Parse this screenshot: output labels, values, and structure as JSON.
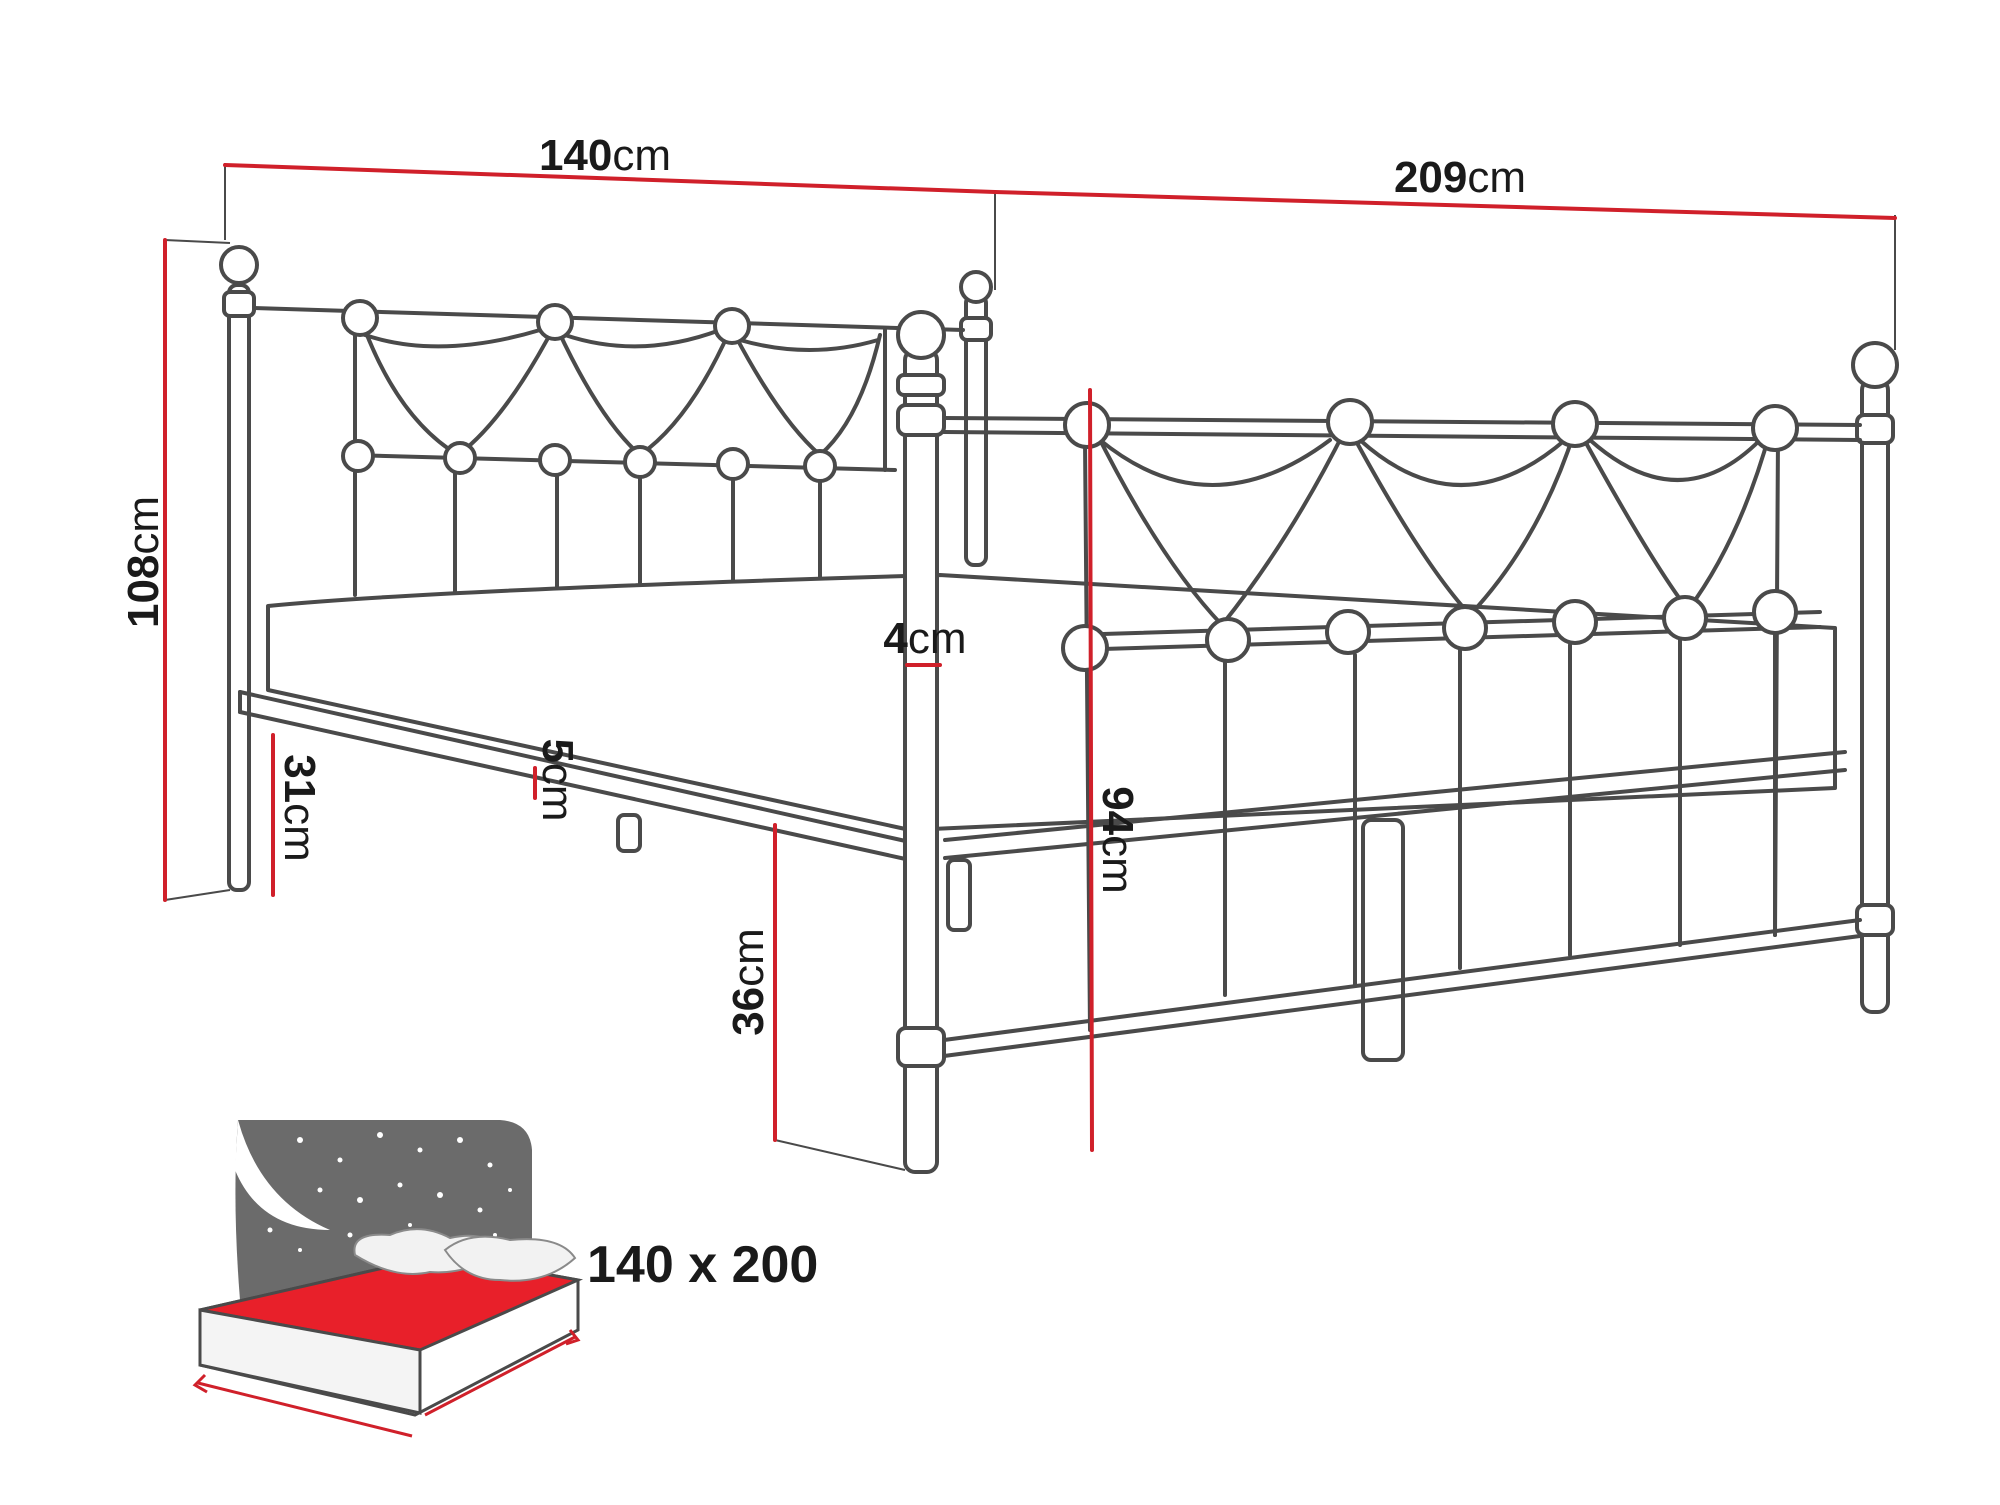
{
  "dimensions": {
    "width": {
      "value": "140",
      "unit": "cm"
    },
    "length": {
      "value": "209",
      "unit": "cm"
    },
    "height_total": {
      "value": "108",
      "unit": "cm"
    },
    "height_footboard": {
      "value": "94",
      "unit": "cm"
    },
    "mattress_thickness": {
      "value": "4",
      "unit": "cm"
    },
    "frame_thickness": {
      "value": "5",
      "unit": "cm"
    },
    "leg_clearance": {
      "value": "31",
      "unit": "cm"
    },
    "frame_height": {
      "value": "36",
      "unit": "cm"
    }
  },
  "mattress_size": {
    "label": "140 x 200"
  },
  "colors": {
    "dimension_line": "#d0202a",
    "outline": "#4a4a4a",
    "icon_headboard": "#6b6b6b",
    "icon_sheet": "#e8202a"
  }
}
